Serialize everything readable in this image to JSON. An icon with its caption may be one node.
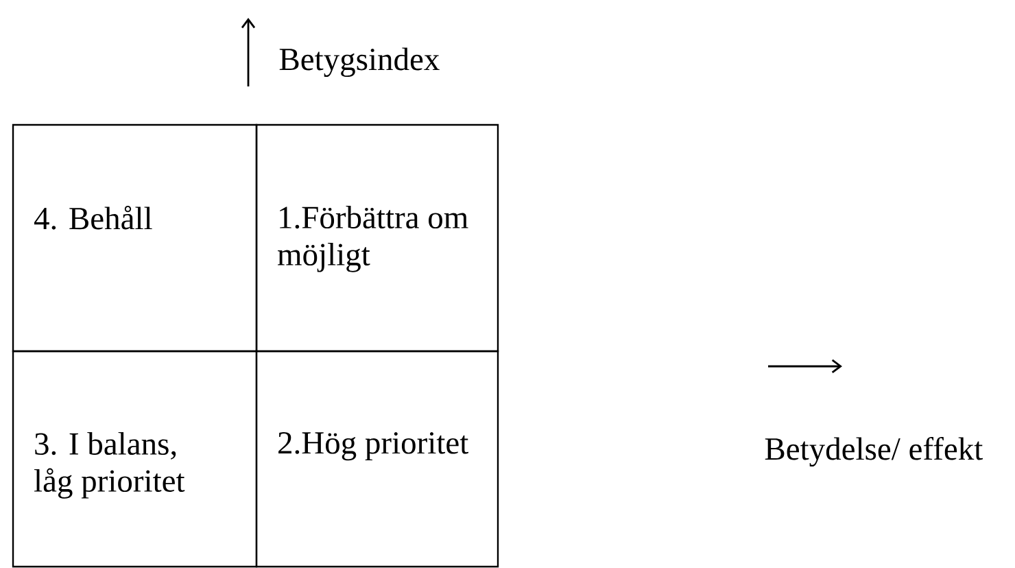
{
  "diagram": {
    "nodes": [
      {
        "text": [
          "4. Behåll"
        ]
      },
      {
        "text": [
          "1.Förbättra om möjligt"
        ]
      },
      {
        "text": [
          "3. I balans, låg prioritet"
        ]
      },
      {
        "text": [
          "2.Hög prioritet"
        ]
      }
    ],
    "labels": [
      "Betygsindex",
      "Betydelse/ effekt"
    ]
  }
}
